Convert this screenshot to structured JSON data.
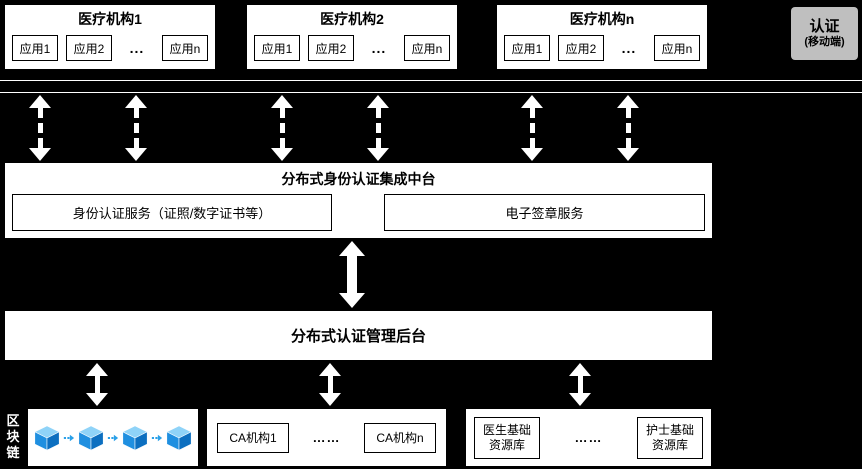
{
  "colors": {
    "background": "#000000",
    "box": "#ffffff",
    "badge_gray": "#bfbfbf",
    "cube_blue": "#1f8fe0",
    "arrow_white": "#ffffff"
  },
  "icons": {
    "dashed_double_arrow": "⇕",
    "solid_double_arrow": "⇕",
    "blockchain_cube": "isometric-cube",
    "chain_link_arrow": "→"
  },
  "institutions": [
    {
      "title": "医疗机构1",
      "app1": "应用1",
      "app2": "应用2",
      "dots": "...",
      "appn": "应用n"
    },
    {
      "title": "医疗机构2",
      "app1": "应用1",
      "app2": "应用2",
      "dots": "...",
      "appn": "应用n"
    },
    {
      "title": "医疗机构n",
      "app1": "应用1",
      "app2": "应用2",
      "dots": "...",
      "appn": "应用n"
    }
  ],
  "auth_badge": {
    "line1": "认证",
    "line2": "(移动端)"
  },
  "integration_platform": {
    "title": "分布式身份认证集成中台",
    "identity_service": "身份认证服务（证照/数字证书等）",
    "signature_service": "电子签章服务"
  },
  "management_backend": {
    "title": "分布式认证管理后台"
  },
  "blockchain": {
    "label": "区块链"
  },
  "ca_group": {
    "item1": "CA机构1",
    "dots": "……",
    "itemn": "CA机构n"
  },
  "resource_group": {
    "doctor_line1": "医生基础",
    "doctor_line2": "资源库",
    "dots": "……",
    "nurse_line1": "护士基础",
    "nurse_line2": "资源库"
  }
}
